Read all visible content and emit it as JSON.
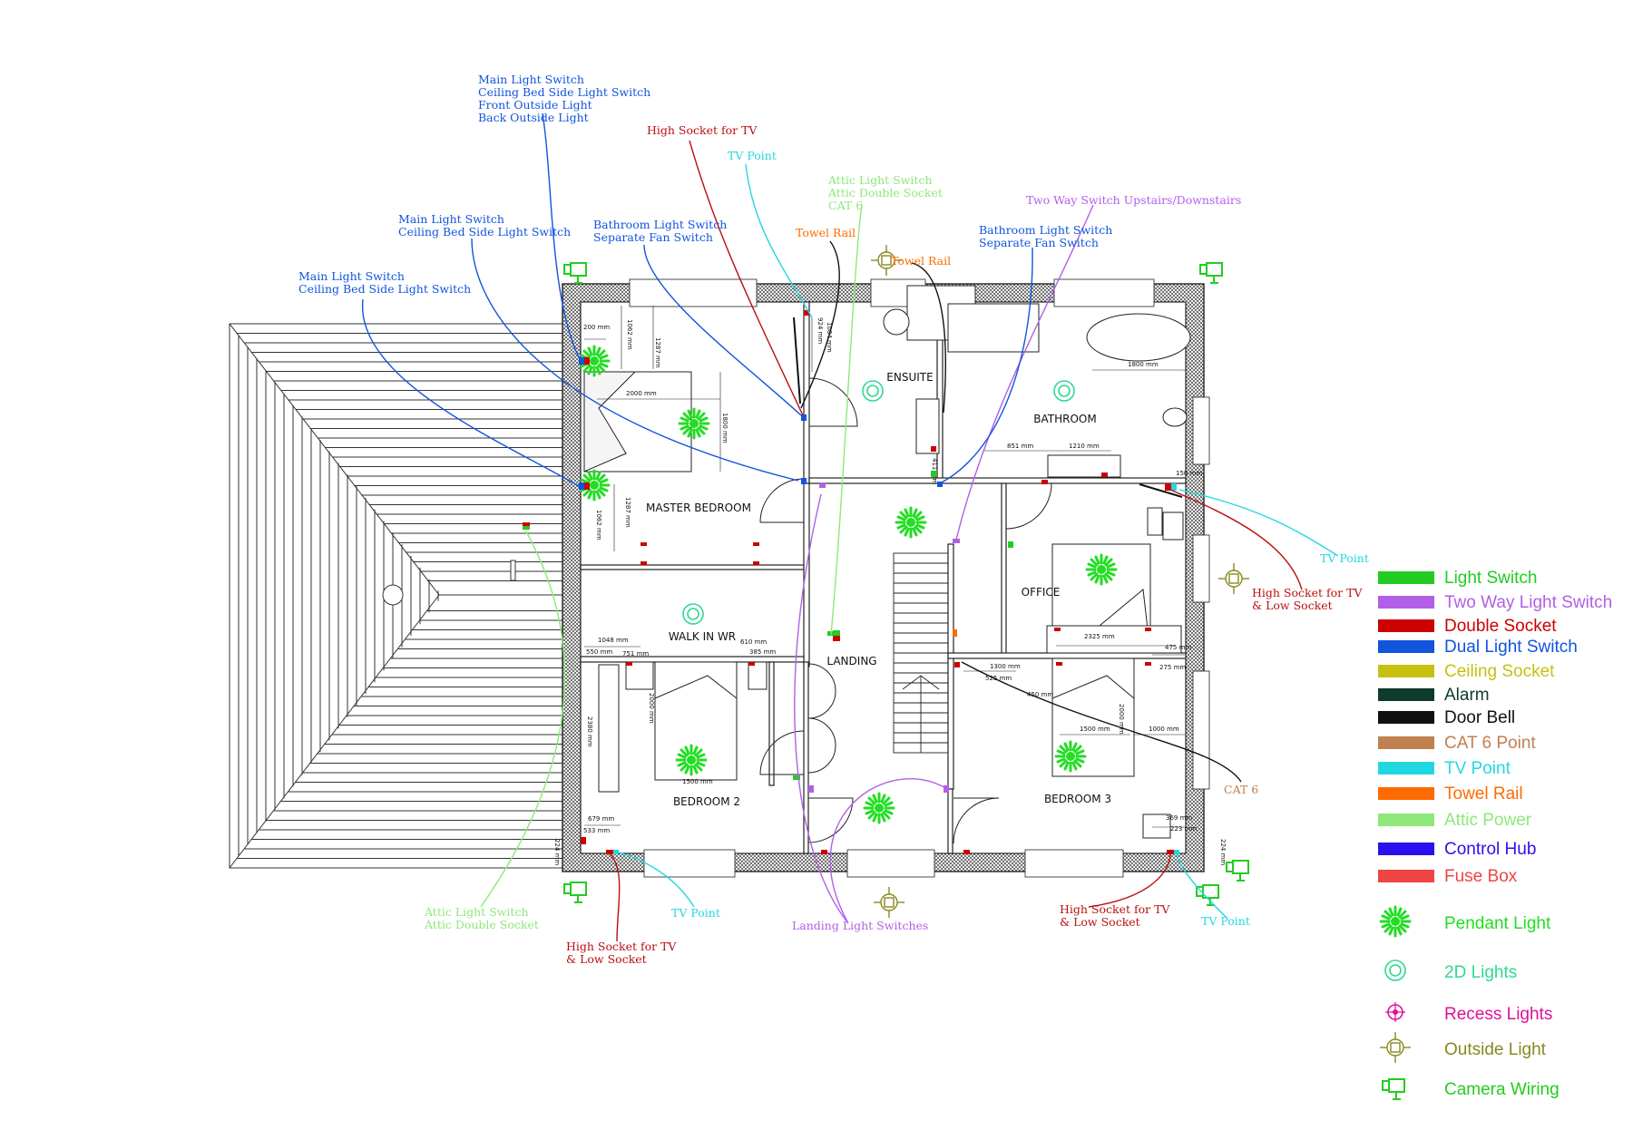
{
  "rooms": {
    "master_bedroom": "MASTER BEDROOM",
    "ensuite": "ENSUITE",
    "bathroom": "BATHROOM",
    "walk_in_wr": "WALK IN WR",
    "landing": "LANDING",
    "office": "OFFICE",
    "bedroom2": "BEDROOM 2",
    "bedroom3": "BEDROOM 3"
  },
  "dims": {
    "d200": "200 mm",
    "d1062a": "1062 mm",
    "d1287a": "1287 mm",
    "d2000a": "2000 mm",
    "d1800a": "1800 mm",
    "d1287b": "1287 mm",
    "d1062b": "1062 mm",
    "d924": "924 mm",
    "d1084": "1084 mm",
    "d1800b": "1800 mm",
    "d851": "851 mm",
    "d1210": "1210 mm",
    "d411": "411 mm",
    "d150": "150 mm",
    "d1048": "1048 mm",
    "d550": "550 mm",
    "d751": "751 mm",
    "d610": "610 mm",
    "d385": "385 mm",
    "d2380": "2380 mm",
    "d2000b": "2000 mm",
    "d1500a": "1500 mm",
    "d679": "679 mm",
    "d533": "533 mm",
    "d224a": "224 mm",
    "d2325": "2325 mm",
    "d475": "475 mm",
    "d275": "275 mm",
    "d1300": "1300 mm",
    "d525": "525 mm",
    "d450": "450 mm",
    "d1500b": "1500 mm",
    "d2000c": "2000 mm",
    "d1000": "1000 mm",
    "d369": "369 mm",
    "d223": "223 mm",
    "d224b": "224 mm"
  },
  "annotations": {
    "a1": [
      "Main Light Switch",
      "Ceiling Bed Side Light Switch",
      "Front Outside Light",
      "Back Outside Light"
    ],
    "a2": [
      "High Socket for TV"
    ],
    "a3": [
      "TV Point"
    ],
    "a4": [
      "Attic Light Switch",
      "Attic Double Socket",
      "CAT 6"
    ],
    "a5": [
      "Two Way Switch Upstairs/Downstairs"
    ],
    "a6": [
      "Main Light Switch",
      "Ceiling Bed Side Light Switch"
    ],
    "a7": [
      "Bathroom Light Switch",
      "Separate Fan Switch"
    ],
    "a8": [
      "Towel Rail"
    ],
    "a9": [
      "Towel Rail"
    ],
    "a10": [
      "Bathroom Light Switch",
      "Separate Fan Switch"
    ],
    "a11": [
      "Main Light Switch",
      "Ceiling Bed Side Light Switch"
    ],
    "a12": [
      "TV Point"
    ],
    "a13": [
      "High Socket for TV",
      "& Low Socket"
    ],
    "a14": [
      "CAT 6"
    ],
    "a15": [
      "Attic Light Switch",
      "Attic Double Socket"
    ],
    "a16": [
      "TV Point"
    ],
    "a17": [
      "High Socket for TV",
      "& Low Socket"
    ],
    "a18": [
      "Landing Light Switches"
    ],
    "a19": [
      "High Socket for TV",
      "& Low Socket"
    ],
    "a20": [
      "TV Point"
    ]
  },
  "legend": [
    {
      "label": "Light Switch",
      "color": "#22cc22",
      "kind": "bar"
    },
    {
      "label": "Two Way Light Switch",
      "color": "#b15fe8",
      "kind": "bar"
    },
    {
      "label": "Double Socket",
      "color": "#cc0000",
      "kind": "bar"
    },
    {
      "label": "Dual Light Switch",
      "color": "#1155dd",
      "kind": "bar"
    },
    {
      "label": "Ceiling Socket",
      "color": "#c8c010",
      "kind": "bar"
    },
    {
      "label": "Alarm",
      "color": "#0e3b2a",
      "kind": "bar"
    },
    {
      "label": "Door Bell",
      "color": "#111111",
      "kind": "bar"
    },
    {
      "label": "CAT 6 Point",
      "color": "#c08050",
      "kind": "bar"
    },
    {
      "label": "TV Point",
      "color": "#22d8e0",
      "kind": "bar"
    },
    {
      "label": "Towel Rail",
      "color": "#ff6a00",
      "kind": "bar"
    },
    {
      "label": "Attic Power",
      "color": "#8ee87a",
      "kind": "bar"
    },
    {
      "label": "Control Hub",
      "color": "#2a10ee",
      "kind": "bar"
    },
    {
      "label": "Fuse Box",
      "color": "#ee4444",
      "kind": "bar"
    },
    {
      "label": "Pendant Light",
      "color": "#22dd22",
      "kind": "pendant-icon"
    },
    {
      "label": "2D Lights",
      "color": "#30d890",
      "kind": "2d-light-icon"
    },
    {
      "label": "Recess Lights",
      "color": "#dd1199",
      "kind": "recess-light-icon"
    },
    {
      "label": "Outside Light",
      "color": "#888820",
      "kind": "outside-light-icon"
    },
    {
      "label": "Camera Wiring",
      "color": "#22cc22",
      "kind": "camera-icon"
    }
  ],
  "colors": {
    "two_way": "#b15fe8",
    "dual": "#1155dd",
    "socket": "#cc0000",
    "tv": "#22d8e0",
    "towel": "#ff6a00",
    "attic": "#8ee87a",
    "cat6": "#c08050",
    "light": "#22cc22"
  }
}
